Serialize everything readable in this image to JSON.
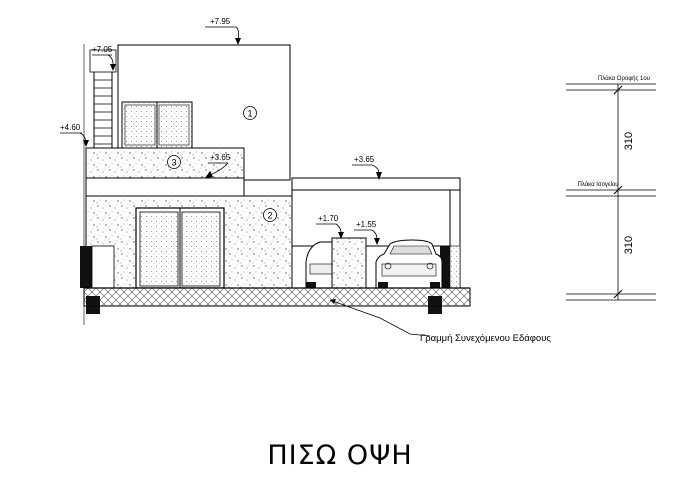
{
  "drawing": {
    "title": "ΠΙΣΩ ΟΨΗ",
    "elevations": {
      "roof_top": "+7.95",
      "ladder_top": "+7.05",
      "terrace": "+4.60",
      "balcony": "+3.65",
      "carport": "+3.65",
      "car_top": "+1.70",
      "car_mid": "+1.55"
    },
    "room_labels": [
      "1",
      "2",
      "3"
    ],
    "level_labels": {
      "upper_slab": "Πλάκα Οροφής 1ου",
      "ground_slab": "Πλάκα Ισογείου"
    },
    "dimensions": {
      "upper": "310",
      "lower": "310"
    },
    "ground_line_label": "Γραμμή Συνεχόμενου Εδάφους"
  }
}
